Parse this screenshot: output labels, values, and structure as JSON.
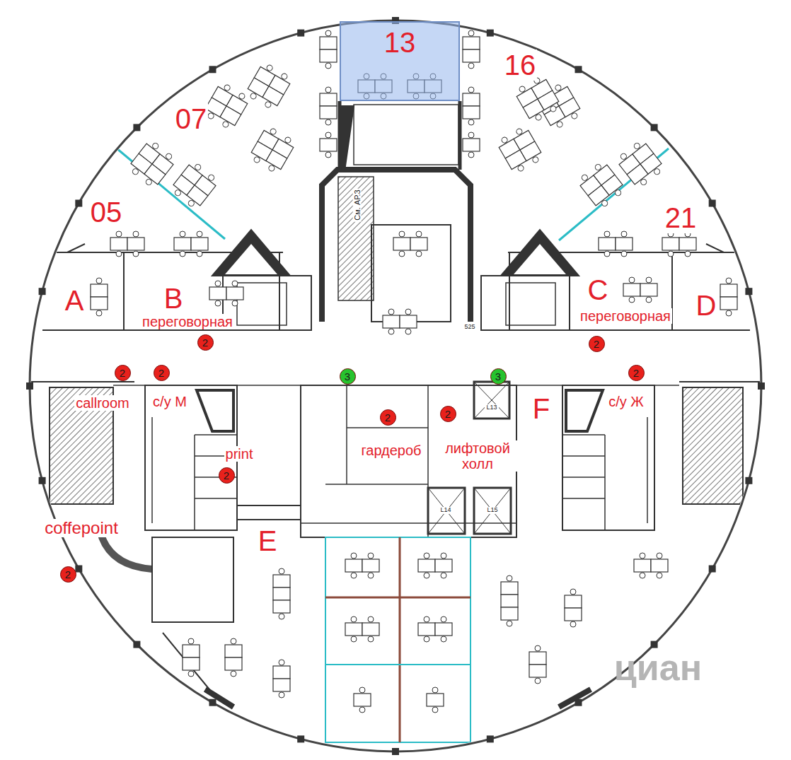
{
  "diagram": {
    "nodes": [
      {
        "text": [
          "13"
        ]
      },
      {
        "text": [
          "2"
        ]
      },
      {
        "text": [
          "2"
        ]
      },
      {
        "text": [
          "2"
        ]
      },
      {
        "text": [
          "2"
        ]
      },
      {
        "text": [
          "3"
        ]
      },
      {
        "text": [
          "3"
        ]
      },
      {
        "text": [
          "2"
        ]
      },
      {
        "text": [
          "2"
        ]
      },
      {
        "text": [
          "2"
        ]
      },
      {
        "text": [
          "2"
        ]
      },
      {
        "text": [
          "2"
        ]
      }
    ],
    "labels": [
      "16",
      "07",
      "05",
      "21",
      "См. АР.3",
      "A",
      "B",
      "переговорная",
      "C",
      "переговорная",
      "D",
      "525",
      "callroom",
      "с/у М",
      "F",
      "с/у Ж",
      "L13",
      "лифтовой холл",
      "гардероб",
      "print",
      "L14",
      "L15",
      "E",
      "coffepoint",
      "циан"
    ]
  }
}
